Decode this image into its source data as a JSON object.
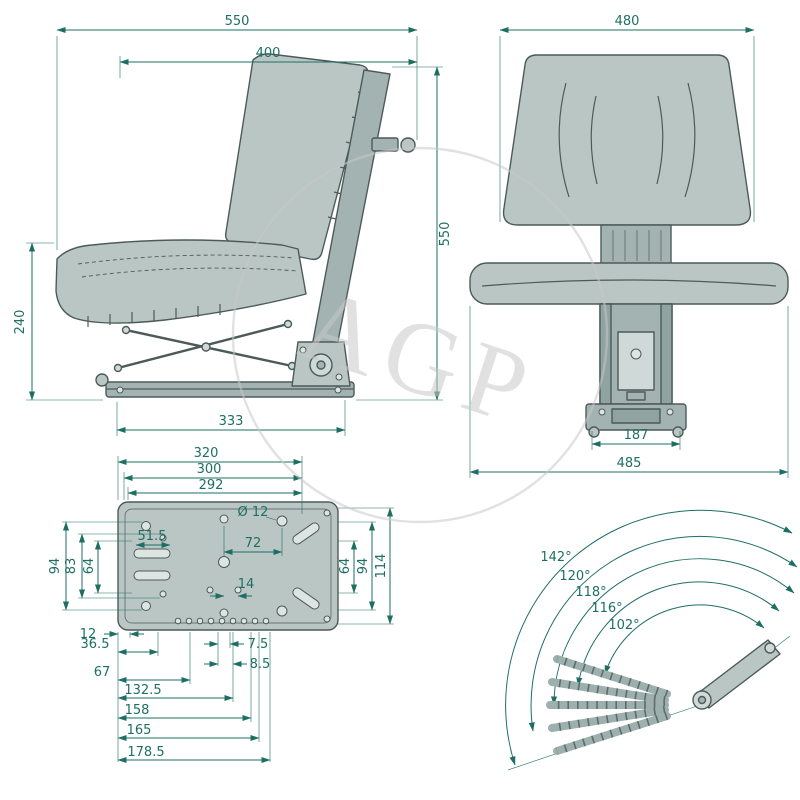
{
  "drawing": {
    "watermark_text": "AGP",
    "colors": {
      "outline": "#4d5b58",
      "body_fill": "#b9c6c4",
      "body_fill_dark": "#a3b3b1",
      "dimension": "#1e6f63",
      "watermark": "#c9c9c9",
      "background": "#ffffff"
    },
    "side_view": {
      "overall_width": "550",
      "backrest_width": "400",
      "cushion_height": "240",
      "overall_height": "550",
      "rail_length": "333"
    },
    "front_view": {
      "backrest_width": "480",
      "rail_spacing": "187",
      "overall_width": "485"
    },
    "plate_view": {
      "width_320": "320",
      "width_300": "300",
      "width_292": "292",
      "hole_diameter": "Ø 12",
      "dim_51_5": "51.5",
      "dim_72": "72",
      "dim_14": "14",
      "left_94": "94",
      "left_83": "83",
      "left_64": "64",
      "right_64": "64",
      "right_94": "94",
      "right_114": "114",
      "dim_12": "12",
      "dim_36_5": "36.5",
      "dim_67": "67",
      "dim_7_5": "7.5",
      "dim_8_5": "8.5",
      "dim_132_5": "132.5",
      "dim_158": "158",
      "dim_165": "165",
      "dim_178_5": "178.5"
    },
    "angle_view": {
      "angle_142": "142°",
      "angle_120": "120°",
      "angle_118": "118°",
      "angle_116": "116°",
      "angle_102": "102°"
    }
  }
}
